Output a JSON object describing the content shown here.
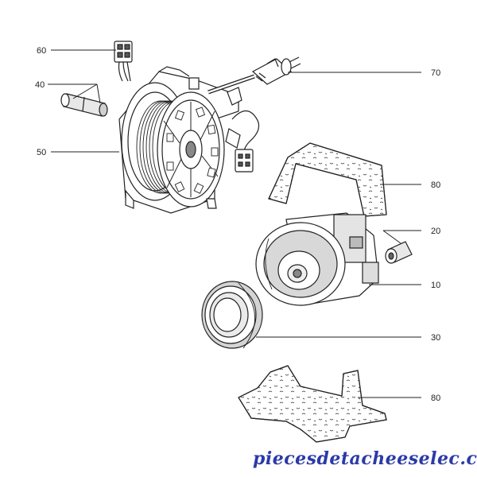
{
  "diagram": {
    "callouts": [
      {
        "id": "c60",
        "label": "60"
      },
      {
        "id": "c40",
        "label": "40"
      },
      {
        "id": "c50",
        "label": "50"
      },
      {
        "id": "c70",
        "label": "70"
      },
      {
        "id": "c80a",
        "label": "80"
      },
      {
        "id": "c20",
        "label": "20"
      },
      {
        "id": "c10",
        "label": "10"
      },
      {
        "id": "c30",
        "label": "30"
      },
      {
        "id": "c80b",
        "label": "80"
      }
    ],
    "watermark": "piecesdetacheeselec.com",
    "colors": {
      "line": "#222222",
      "watermark": "#2b3aa8",
      "fill": "#ffffff",
      "shade": "#cfcfcf"
    }
  }
}
